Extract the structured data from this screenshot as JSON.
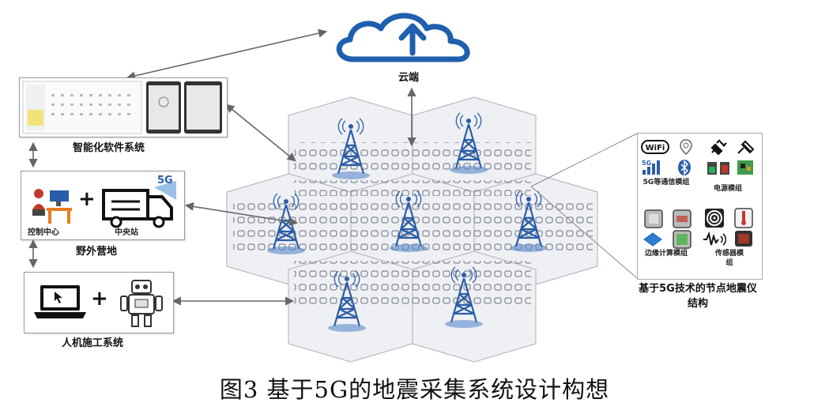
{
  "cloud": {
    "label": "云端"
  },
  "software_system": {
    "label": "智能化软件系统"
  },
  "field_camp": {
    "label": "野外营地",
    "control_center_label": "控制中心",
    "central_station_label": "中央站",
    "badge_5g": "5G",
    "plus": "+"
  },
  "human_machine": {
    "label": "人机施工系统",
    "plus": "+"
  },
  "node_panel": {
    "comm_module_label": "5G等通信模组",
    "power_module_label": "电源模组",
    "edge_compute_label": "边缘计算模组",
    "sensor_label": "传感器模组",
    "panel_title": "基于5G技术的节点地震仪结构",
    "wifi_text": "WiFi",
    "badge_5g": "5G"
  },
  "caption": "图3   基于5G的地震采集系统设计构想",
  "colors": {
    "cloud_blue": "#1f5fae",
    "tower_blue": "#2a5da8",
    "hex_fill": "#eef0f4",
    "hex_stroke": "#b9bcc4",
    "arrow": "#666666"
  }
}
